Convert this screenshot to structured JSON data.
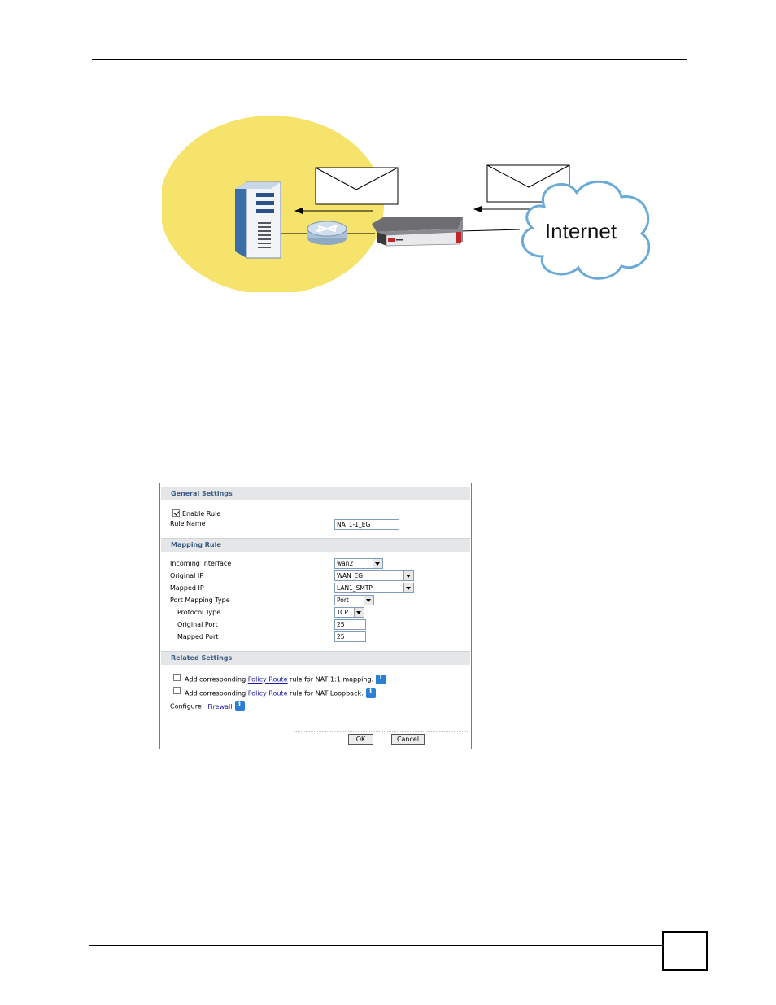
{
  "figure": {
    "cloud_label": "Internet"
  },
  "form": {
    "sections": {
      "general": "General Settings",
      "mapping": "Mapping Rule",
      "related": "Related Settings"
    },
    "enable_rule": {
      "label": "Enable Rule",
      "checked": true
    },
    "rule_name": {
      "label": "Rule Name",
      "value": "NAT1-1_EG"
    },
    "incoming_interface": {
      "label": "Incoming Interface",
      "value": "wan2"
    },
    "original_ip": {
      "label": "Original IP",
      "value": "WAN_EG"
    },
    "mapped_ip": {
      "label": "Mapped IP",
      "value": "LAN1_SMTP"
    },
    "port_mapping_type": {
      "label": "Port Mapping Type",
      "value": "Port"
    },
    "protocol_type": {
      "label": "Protocol Type",
      "value": "TCP"
    },
    "original_port": {
      "label": "Original Port",
      "value": "25"
    },
    "mapped_port": {
      "label": "Mapped Port",
      "value": "25"
    },
    "related": {
      "policy_nat11": {
        "prefix": "Add corresponding",
        "link": "Policy Route",
        "suffix": "rule for NAT 1:1 mapping.",
        "checked": false
      },
      "policy_loopback": {
        "prefix": "Add corresponding",
        "link": "Policy Route",
        "suffix": "rule for NAT Loopback.",
        "checked": false
      },
      "configure": {
        "prefix": "Configure",
        "link": "Firewall"
      }
    },
    "buttons": {
      "ok": "OK",
      "cancel": "Cancel"
    }
  }
}
